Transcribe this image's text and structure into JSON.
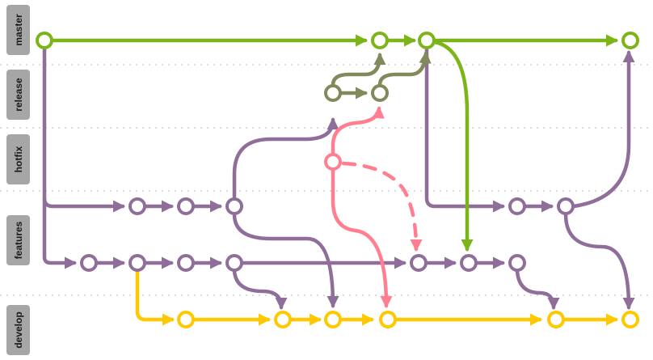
{
  "lanes": [
    {
      "key": "master",
      "label": "master"
    },
    {
      "key": "release",
      "label": "release"
    },
    {
      "key": "hotfix",
      "label": "hotfix"
    },
    {
      "key": "features",
      "label": "features"
    },
    {
      "key": "develop",
      "label": "develop"
    }
  ],
  "colors": {
    "master": "#7cb518",
    "release": "#83895a",
    "hotfix": "#ff7f91",
    "features": "#906e9a",
    "develop": "#ffc800",
    "label_box": "#a6a6a6"
  }
}
